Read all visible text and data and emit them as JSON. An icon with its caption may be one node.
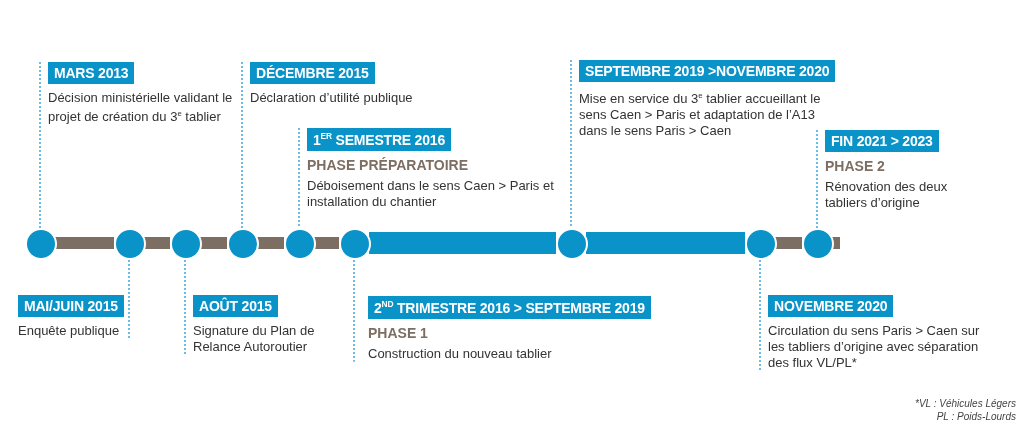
{
  "diagram": {
    "nodes": [
      {
        "text": [],
        "shape": "circle"
      },
      {
        "text": [],
        "shape": "circle"
      },
      {
        "text": [],
        "shape": "circle"
      },
      {
        "text": [],
        "shape": "circle"
      },
      {
        "text": [],
        "shape": "circle"
      },
      {
        "text": [],
        "shape": "circle"
      },
      {
        "text": [],
        "shape": "circle"
      },
      {
        "text": [],
        "shape": "circle"
      },
      {
        "text": [],
        "shape": "circle"
      },
      {
        "text": [
          "MARS 2013",
          "Décision ministérielle validant le projet de création du 3$^{e}$ tablier"
        ]
      },
      {
        "text": [
          "MAI/JUIN 2015",
          "Enquête publique"
        ]
      },
      {
        "text": [
          "DÉCEMBRE 2015",
          "Déclaration d’utilité publique"
        ]
      },
      {
        "text": [
          "AOÛT 2015",
          "Signature du Plan de Relance Autoroutier"
        ]
      },
      {
        "text": [
          "1$^{ER}$ SEMESTRE 2016",
          "PHASE PRÉPARATOIRE",
          "Déboisement dans le sens Caen > Paris et installation du chantier"
        ]
      },
      {
        "text": [
          "2$^{ND}$ TRIMESTRE 2016 > SEPTEMBRE 2019",
          "PHASE 1",
          "Construction du nouveau tablier"
        ]
      },
      {
        "text": [
          "SEPTEMBRE 2019 >NOVEMBRE 2020",
          "Mise en service du 3$^{e}$ tablier accueillant le sens Caen > Paris et adaptation de l’A13 dans le sens Paris > Caen"
        ]
      },
      {
        "text": [
          "NOVEMBRE 2020",
          "Circulation du sens Paris > Caen sur les tabliers d’origine avec séparation des flux VL/PL*"
        ]
      },
      {
        "text": [
          "FIN 2021 > 2023",
          "PHASE 2",
          "Rénovation des deux tabliers d’origine"
        ]
      }
    ],
    "edges": [
      {
        "from": 0,
        "to": 1,
        "arrow": "none",
        "style": "thick",
        "color": "#7d6e63"
      },
      {
        "from": 1,
        "to": 2,
        "arrow": "none",
        "style": "thick",
        "color": "#7d6e63"
      },
      {
        "from": 2,
        "to": 3,
        "arrow": "none",
        "style": "thick",
        "color": "#7d6e63"
      },
      {
        "from": 3,
        "to": 4,
        "arrow": "none",
        "style": "thick",
        "color": "#7d6e63"
      },
      {
        "from": 4,
        "to": 5,
        "arrow": "none",
        "style": "thick",
        "color": "#7d6e63"
      },
      {
        "from": 5,
        "to": 6,
        "arrow": "none",
        "style": "thick",
        "color": "#0a93c8"
      },
      {
        "from": 6,
        "to": 7,
        "arrow": "none",
        "style": "thick",
        "color": "#0a93c8"
      },
      {
        "from": 7,
        "to": 8,
        "arrow": "none",
        "style": "thick",
        "color": "#7d6e63"
      },
      {
        "from": 8,
        "to": null,
        "arrow": "none",
        "style": "thick",
        "color": "#7d6e63"
      },
      {
        "from": 9,
        "to": 0,
        "arrow": "none",
        "style": "dashed"
      },
      {
        "from": 10,
        "to": 1,
        "arrow": "none",
        "style": "dashed"
      },
      {
        "from": 12,
        "to": 2,
        "arrow": "none",
        "style": "dashed"
      },
      {
        "from": 11,
        "to": 3,
        "arrow": "none",
        "style": "dashed"
      },
      {
        "from": 13,
        "to": 4,
        "arrow": "none",
        "style": "dashed"
      },
      {
        "from": 14,
        "to": 5,
        "arrow": "none",
        "style": "dashed"
      },
      {
        "from": 15,
        "to": 6,
        "arrow": "none",
        "style": "dashed"
      },
      {
        "from": 16,
        "to": 7,
        "arrow": "none",
        "style": "dashed"
      },
      {
        "from": 17,
        "to": 8,
        "arrow": "none",
        "style": "dashed"
      }
    ],
    "labels": [
      "*VL : Véhicules Légers",
      "PL : Poids-Lourds"
    ]
  }
}
